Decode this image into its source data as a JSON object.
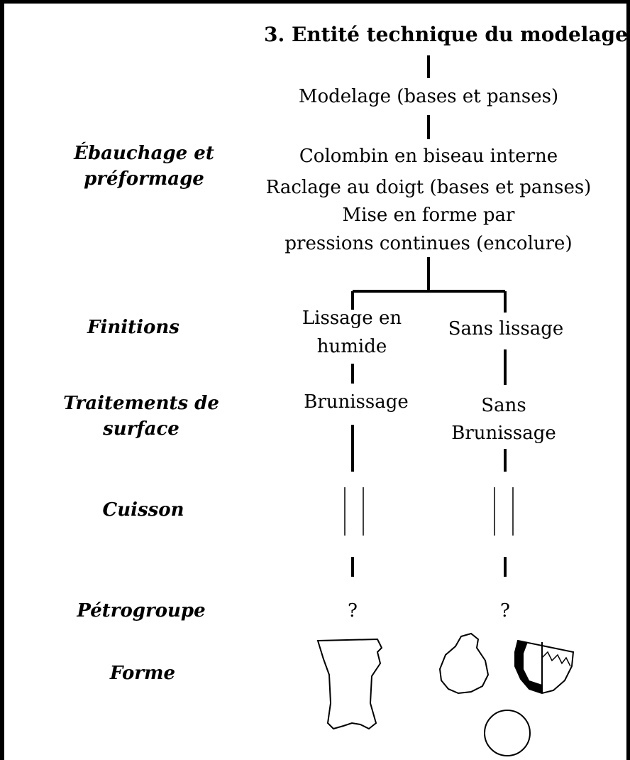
{
  "title": "3. Entité technique du modelage",
  "stages": {
    "ebauchage": "Ébauchage et préformage",
    "finitions": "Finitions",
    "traitements": "Traitements de surface",
    "cuisson": "Cuisson",
    "petrogroupe": "Pétrogroupe",
    "forme": "Forme"
  },
  "center": {
    "modelage": "Modelage (bases et panses)",
    "colombin": "Colombin en biseau interne",
    "raclage": "Raclage au doigt (bases et panses)",
    "mise1": "Mise en forme par",
    "mise2": "pressions continues (encolure)"
  },
  "left_branch": {
    "finition1": "Lissage en",
    "finition2": "humide",
    "traitement": "Brunissage",
    "petrogroupe": "?"
  },
  "right_branch": {
    "finition": "Sans lissage",
    "traitement1": "Sans",
    "traitement2": "Brunissage",
    "petrogroupe": "?"
  }
}
